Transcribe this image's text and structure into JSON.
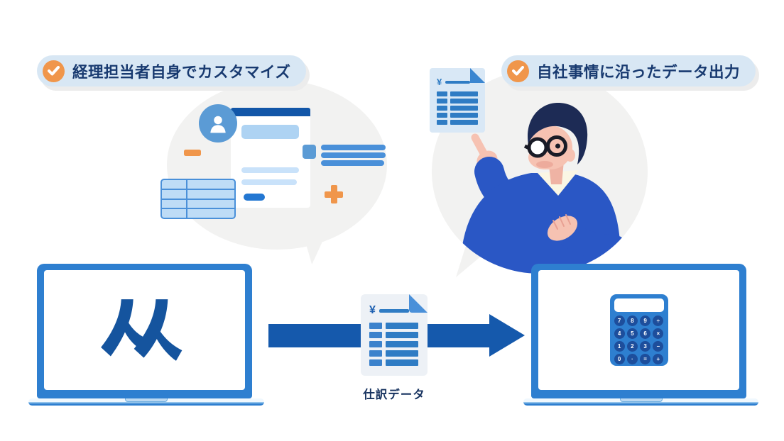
{
  "badges": {
    "left": {
      "label": "経理担当者自身でカスタマイズ"
    },
    "right": {
      "label": "自社事情に沿ったデータ出力"
    }
  },
  "flow": {
    "journal_document": {
      "yen": "¥",
      "label": "仕訳データ"
    },
    "bubble_document": {
      "yen": "¥"
    }
  },
  "calculator": {
    "buttons": [
      [
        "7",
        "8",
        "9",
        "÷"
      ],
      [
        "4",
        "5",
        "6",
        "×"
      ],
      [
        "1",
        "2",
        "3",
        "−"
      ],
      [
        "0",
        "·",
        "=",
        "+"
      ]
    ]
  },
  "icons": {
    "check": "✓",
    "minus": "−",
    "plus": "+"
  },
  "colors": {
    "primary_blue": "#1559AC",
    "laptop_blue": "#2E7FD0",
    "accent_orange": "#F0964B",
    "badge_bg": "#D8E7F4",
    "text_navy": "#183A70",
    "bubble_gray": "#F2F2F1"
  }
}
